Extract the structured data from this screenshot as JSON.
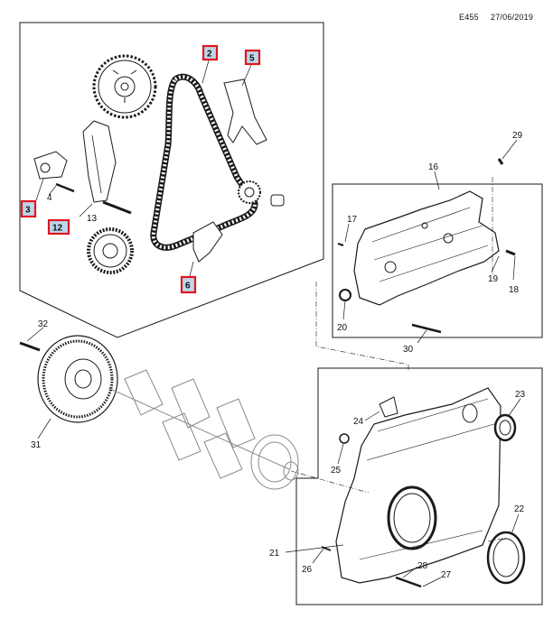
{
  "header": {
    "code": "E455",
    "date": "27/06/2019"
  },
  "callouts": [
    {
      "key": "c32",
      "num": "32",
      "style": "plain"
    },
    {
      "key": "c31",
      "num": "31",
      "style": "plain"
    },
    {
      "key": "c2",
      "num": "2",
      "style": "highlighted"
    },
    {
      "key": "c5",
      "num": "5",
      "style": "highlighted"
    },
    {
      "key": "c3",
      "num": "3",
      "style": "highlighted"
    },
    {
      "key": "c4",
      "num": "4",
      "style": "plain"
    },
    {
      "key": "c12",
      "num": "12",
      "style": "highlighted"
    },
    {
      "key": "c13",
      "num": "13",
      "style": "plain"
    },
    {
      "key": "c6",
      "num": "6",
      "style": "highlighted"
    },
    {
      "key": "c29",
      "num": "29",
      "style": "plain"
    },
    {
      "key": "c16",
      "num": "16",
      "style": "plain"
    },
    {
      "key": "c17",
      "num": "17",
      "style": "plain"
    },
    {
      "key": "c19",
      "num": "19",
      "style": "plain"
    },
    {
      "key": "c18",
      "num": "18",
      "style": "plain"
    },
    {
      "key": "c20",
      "num": "20",
      "style": "plain"
    },
    {
      "key": "c30",
      "num": "30",
      "style": "plain"
    },
    {
      "key": "c23",
      "num": "23",
      "style": "plain"
    },
    {
      "key": "c24",
      "num": "24",
      "style": "plain"
    },
    {
      "key": "c25",
      "num": "25",
      "style": "plain"
    },
    {
      "key": "c22",
      "num": "22",
      "style": "plain"
    },
    {
      "key": "c21",
      "num": "21",
      "style": "plain"
    },
    {
      "key": "c26",
      "num": "26",
      "style": "plain"
    },
    {
      "key": "c28",
      "num": "28",
      "style": "plain"
    },
    {
      "key": "c27",
      "num": "27",
      "style": "plain"
    }
  ],
  "colors": {
    "highlight_fill": "#bcd6ea",
    "highlight_border": "#e0161e",
    "line": "#1a1a1a",
    "hidden_part": "#8a8a8a"
  }
}
